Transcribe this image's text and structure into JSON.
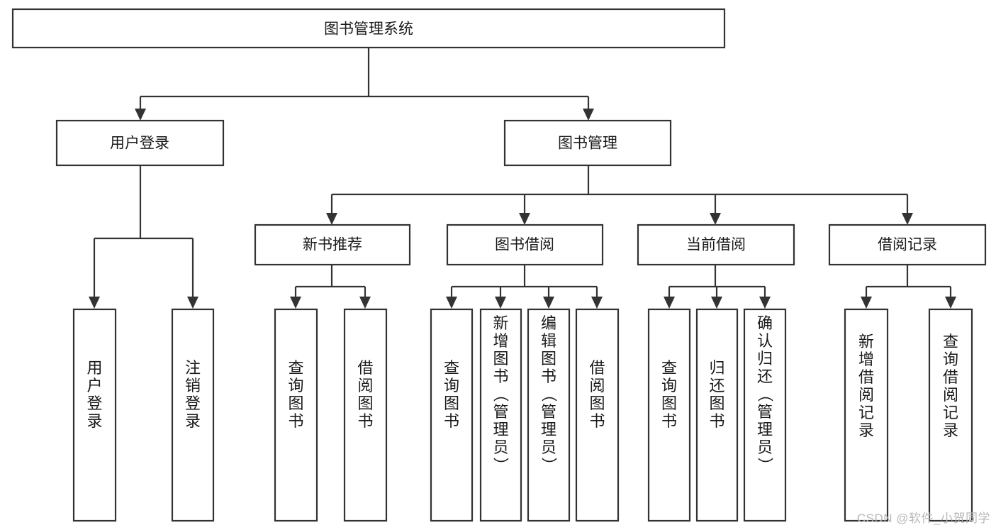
{
  "diagram": {
    "type": "tree-hierarchy",
    "title": "图书管理系统",
    "watermark": "CSDN @软件_小贺同学",
    "colors": {
      "box_stroke": "#333333",
      "box_fill": "#ffffff",
      "text": "#1a1a1a",
      "watermark": "#b8b8b8",
      "background": "#ffffff"
    },
    "root": {
      "label": "图书管理系统"
    },
    "level2": [
      {
        "label": "用户登录"
      },
      {
        "label": "图书管理"
      }
    ],
    "level3": [
      {
        "label": "新书推荐"
      },
      {
        "label": "图书借阅"
      },
      {
        "label": "当前借阅"
      },
      {
        "label": "借阅记录"
      }
    ],
    "leaves": {
      "user_login": [
        {
          "label": "用户登录"
        },
        {
          "label": "注销登录"
        }
      ],
      "new_book_recommend": [
        {
          "label": "查询图书"
        },
        {
          "label": "借阅图书"
        }
      ],
      "book_borrow": [
        {
          "label": "查询图书"
        },
        {
          "label": "新增图书（管理员）"
        },
        {
          "label": "编辑图书（管理员）"
        },
        {
          "label": "借阅图书"
        }
      ],
      "current_borrow": [
        {
          "label": "查询图书"
        },
        {
          "label": "归还图书"
        },
        {
          "label": "确认归还（管理员）"
        }
      ],
      "borrow_record": [
        {
          "label": "新增借阅记录"
        },
        {
          "label": "查询借阅记录"
        }
      ]
    }
  }
}
